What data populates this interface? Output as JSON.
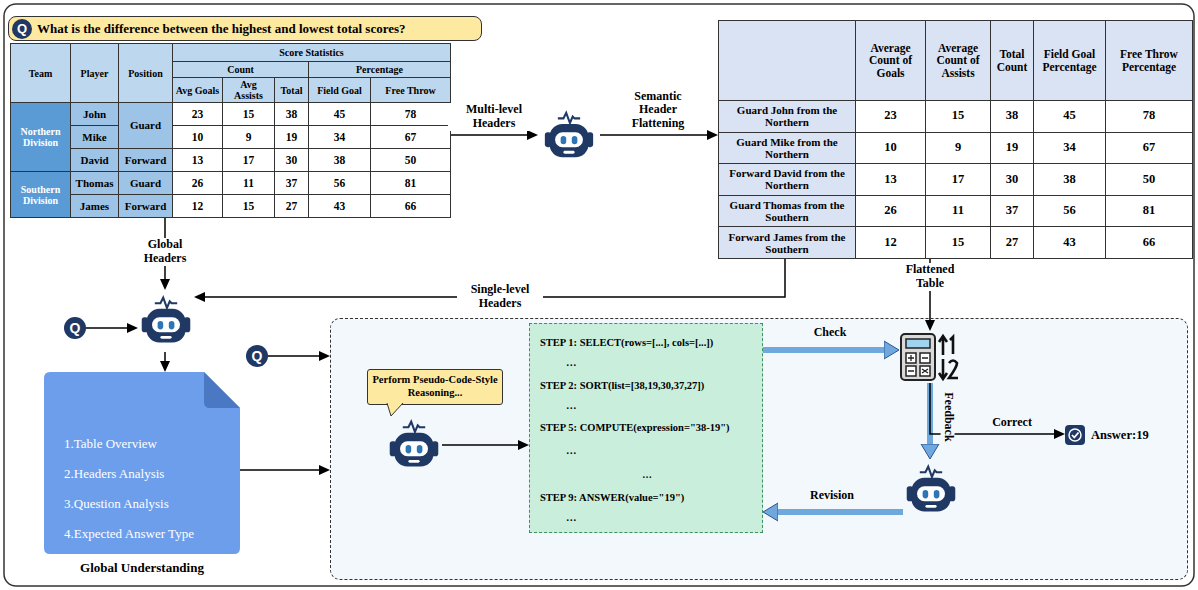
{
  "diagram": {
    "nodes": [
      {
        "text": [
          "Q",
          "What is the difference between the highest and lowest total scores?"
        ]
      },
      {
        "text": [
          "Team",
          "Player",
          "Position",
          "Score Statistics",
          "Count",
          "Percentage",
          "Avg Goals",
          "Avg Assists",
          "Total",
          "Field Goal",
          "Free Throw",
          "Northern Division",
          "John",
          "Guard",
          "23",
          "15",
          "38",
          "45",
          "78",
          "Mike",
          "10",
          "9",
          "19",
          "34",
          "67",
          "David",
          "Forward",
          "13",
          "17",
          "30",
          "38",
          "50",
          "Southern Division",
          "Thomas",
          "Guard",
          "26",
          "11",
          "37",
          "56",
          "81",
          "James",
          "Forward",
          "12",
          "15",
          "27",
          "43",
          "66"
        ]
      },
      {
        "text": []
      },
      {
        "text": [
          "Average Count of Goals",
          "Average Count of Assists",
          "Total Count",
          "Field Goal Percentage",
          "Free Throw Percentage",
          "Guard John from the Northern",
          "23",
          "15",
          "38",
          "45",
          "78",
          "Guard Mike from the Northern",
          "10",
          "9",
          "19",
          "34",
          "67",
          "Forward David from the Northern",
          "13",
          "17",
          "30",
          "38",
          "50",
          "Guard Thomas from the Southern",
          "26",
          "11",
          "37",
          "56",
          "81",
          "Forward James from the Southern",
          "12",
          "15",
          "27",
          "43",
          "66"
        ]
      },
      {
        "text": [
          "Q"
        ]
      },
      {
        "text": []
      },
      {
        "text": [
          "1.Table Overview",
          "2.Headers Analysis",
          "3.Question Analysis",
          "4.Expected Answer Type",
          "Global Understanding"
        ]
      },
      {
        "text": [
          "Q"
        ]
      },
      {
        "text": []
      },
      {
        "text": [
          "Perform Pseudo-Code-Style Reasoning..."
        ],
        "in": 8
      },
      {
        "text": [],
        "in": 8
      },
      {
        "text": [
          "STEP 1: SELECT(rows=[...], cols=[...])",
          "…",
          "STEP 2: SORT(list=[38,19,30,37,27])",
          "…",
          "STEP 5: COMPUTE(expression=\"38-19\")",
          "…",
          "…",
          "STEP 9: ANSWER(value=\"19\")",
          "…"
        ],
        "in": 8
      },
      {
        "text": [],
        "in": 8
      },
      {
        "text": [],
        "in": 8
      },
      {
        "text": [
          "Answer:19"
        ],
        "in": 8
      }
    ],
    "edges": [
      {
        "from": 1,
        "to": 2,
        "arrow": "to",
        "label": "Multi-level Headers"
      },
      {
        "from": 2,
        "to": 3,
        "arrow": "to",
        "label": "Semantic Header Flattening"
      },
      {
        "from": 1,
        "to": 5,
        "arrow": "to",
        "label": "Global Headers"
      },
      {
        "from": 3,
        "to": 5,
        "arrow": "to",
        "label": "Single-level Headers"
      },
      {
        "from": 3,
        "to": 12,
        "arrow": "to",
        "label": "Flattened Table"
      },
      {
        "from": 4,
        "to": 5,
        "arrow": "to"
      },
      {
        "from": 5,
        "to": 6,
        "arrow": "to"
      },
      {
        "from": 6,
        "to": 8,
        "arrow": "to"
      },
      {
        "from": 7,
        "to": 8,
        "arrow": "to"
      },
      {
        "from": 10,
        "to": 11,
        "arrow": "to"
      },
      {
        "from": 11,
        "to": 12,
        "arrow": "to",
        "label": "Check"
      },
      {
        "from": 12,
        "to": 13,
        "arrow": "to",
        "label": "Feedback"
      },
      {
        "from": 12,
        "to": 14,
        "arrow": "to",
        "label": "Correct"
      },
      {
        "from": 13,
        "to": 11,
        "arrow": "to",
        "label": "Revision"
      }
    ]
  }
}
